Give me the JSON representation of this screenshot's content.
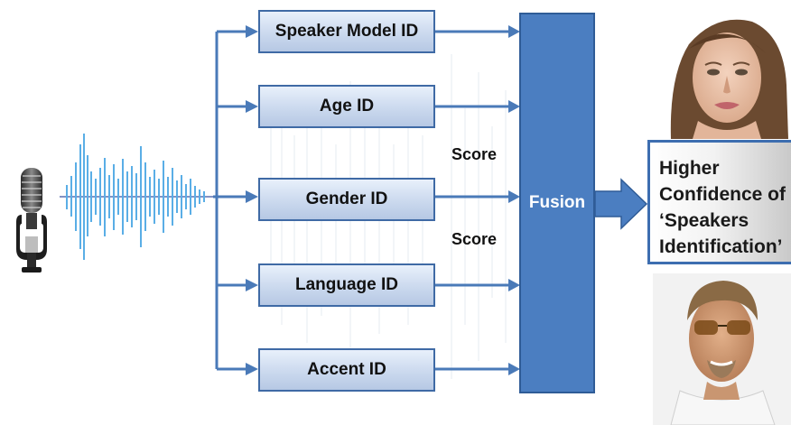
{
  "modules": [
    {
      "label": "Speaker Model ID"
    },
    {
      "label": "Age ID"
    },
    {
      "label": "Gender ID"
    },
    {
      "label": "Language ID"
    },
    {
      "label": "Accent ID"
    }
  ],
  "score_labels": [
    "Score",
    "Score"
  ],
  "fusion": {
    "label": "Fusion"
  },
  "result": {
    "lines": [
      "Higher",
      "Confidence of",
      "‘Speakers",
      "Identification’"
    ]
  },
  "colors": {
    "arrow": "#4a7ab8",
    "module_border": "#3f6aa5",
    "fusion_fill": "#4b7ec1",
    "waveform": "#5aaee6"
  },
  "icons": [
    "microphone-icon",
    "waveform-icon",
    "female-face-photo",
    "male-face-photo"
  ]
}
